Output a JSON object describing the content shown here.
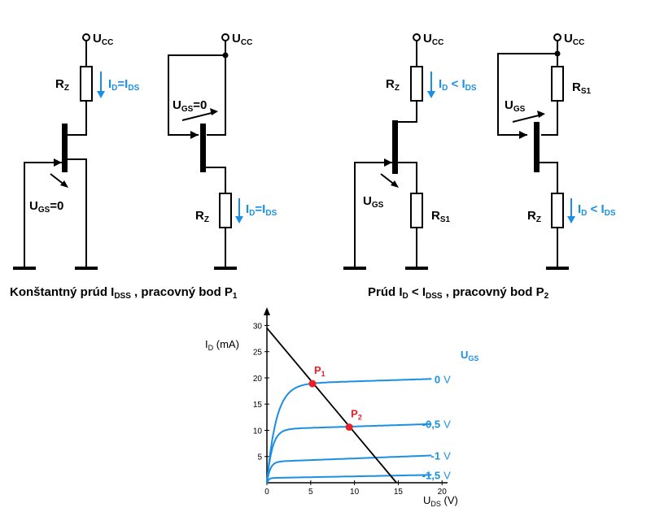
{
  "supply": {
    "u": "U",
    "cc": "CC"
  },
  "labels": {
    "rz_main": "R",
    "rz_sub": "Z",
    "rs1_main": "R",
    "rs1_sub": "S1",
    "ugs_main": "U",
    "ugs_sub": "GS",
    "ugs_eq0": "=0",
    "id_i": "I",
    "id_d": "D",
    "id_eq": "=I",
    "id_ds": "DS",
    "id_lt": " < I"
  },
  "captions": {
    "left_1": "Konštantný prúd I",
    "left_sub1": "DSS",
    "left_2": " , pracovný bod P",
    "left_sub2": "1",
    "right_1": "Prúd  I",
    "right_sub1": "D",
    "right_2": " < I",
    "right_sub2": "DSS",
    "right_3": " , pracovný bod P",
    "right_sub3": "2"
  },
  "chart_data": {
    "type": "line",
    "xlabel_main": "U",
    "xlabel_sub": "DS",
    "xlabel_unit": " (V)",
    "ylabel_main": "I",
    "ylabel_sub": "D",
    "ylabel_unit": " (mA)",
    "xlim": [
      0,
      21
    ],
    "ylim": [
      0,
      31
    ],
    "x_ticks": [
      0,
      5,
      10,
      15,
      20
    ],
    "y_ticks": [
      5,
      10,
      15,
      20,
      25,
      30
    ],
    "legend_title_main": "U",
    "legend_title_sub": "GS",
    "series": [
      {
        "name": "0",
        "unit": "V",
        "sat": 18.8,
        "end": 19.8,
        "knee": 3.2
      },
      {
        "name": "-0,5",
        "unit": "V",
        "sat": 10.2,
        "end": 11.2,
        "knee": 1.8
      },
      {
        "name": "-1",
        "unit": "V",
        "sat": 4.0,
        "end": 5.2,
        "knee": 1.1
      },
      {
        "name": "-1,5",
        "unit": "V",
        "sat": 0.9,
        "end": 1.5,
        "knee": 0.6
      }
    ],
    "load_line": {
      "x": [
        0,
        14.8
      ],
      "y": [
        29.5,
        0
      ]
    },
    "operating_points": [
      {
        "name": "P",
        "sub": "1",
        "x": 5.2,
        "y": 18.9
      },
      {
        "name": "P",
        "sub": "2",
        "x": 9.4,
        "y": 10.6
      }
    ]
  }
}
